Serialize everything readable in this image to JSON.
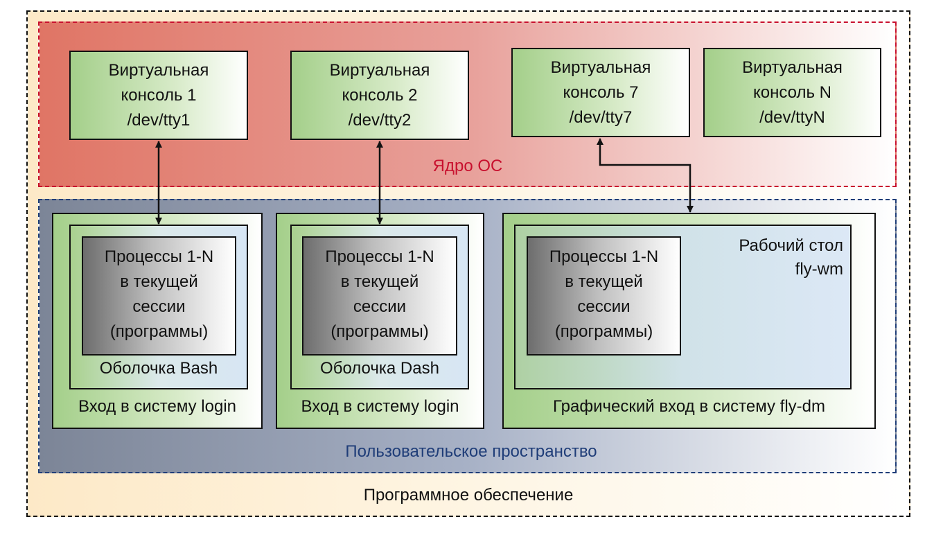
{
  "outer": {
    "label": "Программное обеспечение"
  },
  "kernel": {
    "label": "Ядро ОС",
    "consoles": [
      {
        "line1": "Виртуальная",
        "line2": "консоль 1",
        "line3": "/dev/tty1"
      },
      {
        "line1": "Виртуальная",
        "line2": "консоль 2",
        "line3": "/dev/tty2"
      },
      {
        "line1": "Виртуальная",
        "line2": "консоль 7",
        "line3": "/dev/tty7"
      },
      {
        "line1": "Виртуальная",
        "line2": "консоль N",
        "line3": "/dev/ttyN"
      }
    ]
  },
  "user": {
    "label": "Пользовательское пространство",
    "logins": [
      {
        "label": "Вход в систему login",
        "shell": "Оболочка Bash",
        "proc": {
          "line1": "Процессы 1-N",
          "line2": "в текущей",
          "line3": "сессии",
          "line4": "(программы)"
        }
      },
      {
        "label": "Вход в систему login",
        "shell": "Оболочка Dash",
        "proc": {
          "line1": "Процессы 1-N",
          "line2": "в текущей",
          "line3": "сессии",
          "line4": "(программы)"
        }
      },
      {
        "label": "Графический вход в систему fly-dm",
        "desktop1": "Рабочий стол",
        "desktop2": "fly-wm",
        "proc": {
          "line1": "Процессы 1-N",
          "line2": "в текущей",
          "line3": "сессии",
          "line4": "(программы)"
        }
      }
    ]
  },
  "colors": {
    "kernel_border": "#c8102e",
    "kernel_label": "#c8102e",
    "user_border": "#1f3d78",
    "user_label": "#1f3d78"
  }
}
